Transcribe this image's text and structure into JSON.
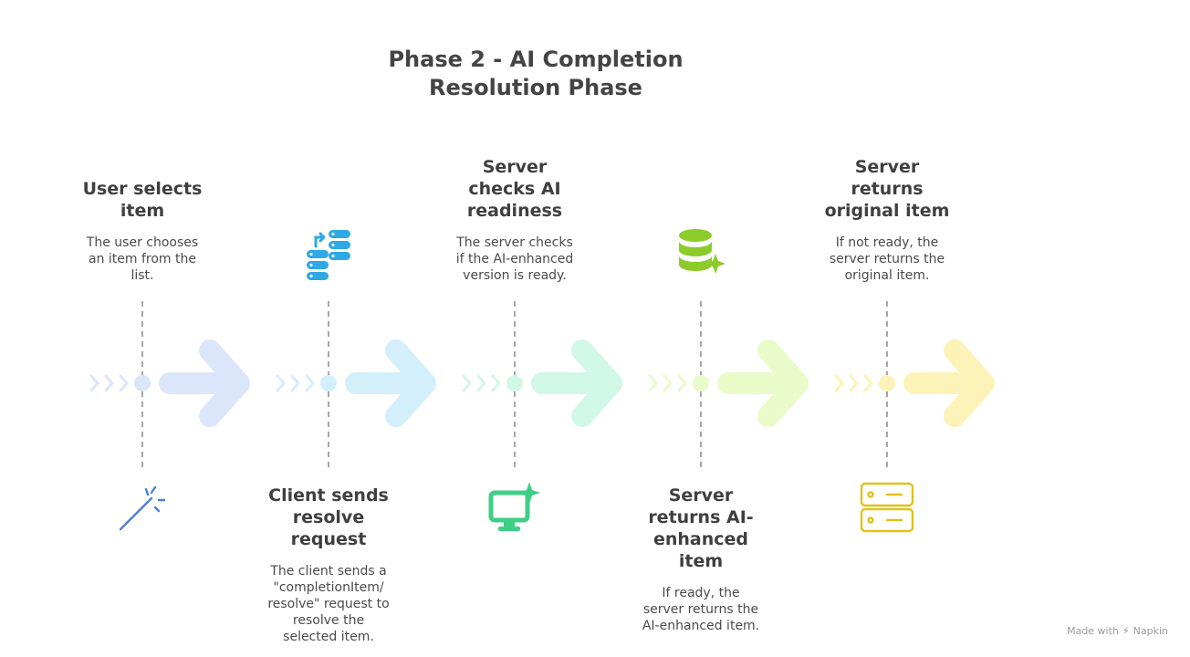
{
  "title": {
    "line1": "Phase 2 - AI Completion",
    "line2": "Resolution Phase"
  },
  "steps": [
    {
      "heading": [
        "User selects",
        "item"
      ],
      "desc": [
        "The user chooses",
        "an item from the",
        "list."
      ],
      "icon": "magic-wand-icon",
      "color": "#4a7fd9",
      "arrow_color": "#dbe6fb"
    },
    {
      "heading": [
        "Client sends",
        "resolve",
        "request"
      ],
      "desc": [
        "The client sends a",
        "\"completionItem/",
        "resolve\" request to",
        "resolve the",
        "selected item."
      ],
      "icon": "data-transfer-icon",
      "color": "#2ea8e6",
      "arrow_color": "#d3effb"
    },
    {
      "heading": [
        "Server",
        "checks AI",
        "readiness"
      ],
      "desc": [
        "The server checks",
        "if the AI-enhanced",
        "version is ready."
      ],
      "icon": "ai-monitor-icon",
      "color": "#3ecf85",
      "arrow_color": "#d1f8e6"
    },
    {
      "heading": [
        "Server",
        "returns AI-",
        "enhanced",
        "item"
      ],
      "desc": [
        "If ready, the",
        "server returns the",
        "AI-enhanced item."
      ],
      "icon": "ai-database-icon",
      "color": "#8ccc2a",
      "arrow_color": "#e8fbc9"
    },
    {
      "heading": [
        "Server",
        "returns",
        "original item"
      ],
      "desc": [
        "If not ready, the",
        "server returns the",
        "original item."
      ],
      "icon": "server-icon",
      "color": "#e0c21c",
      "arrow_color": "#fdf3b9"
    }
  ],
  "credit": {
    "label": "Made with",
    "brand": "Napkin"
  }
}
